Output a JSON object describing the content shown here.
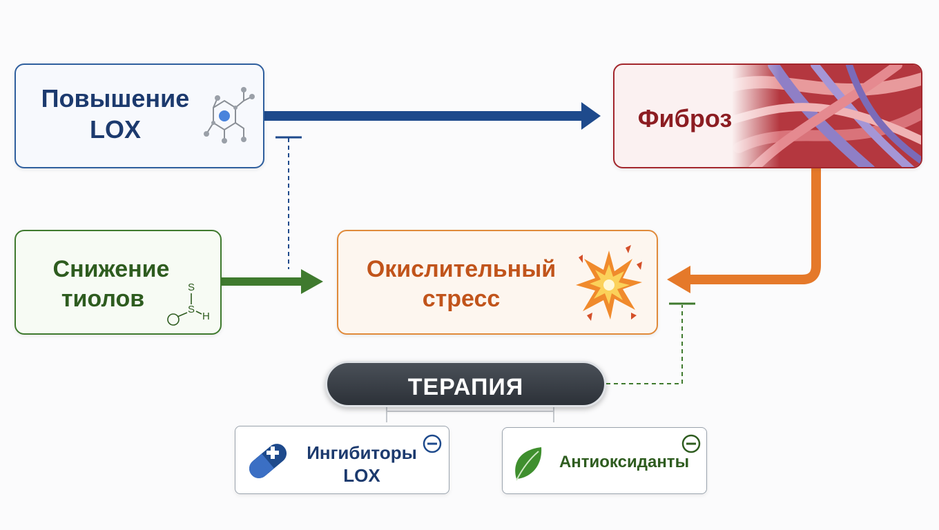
{
  "nodes": {
    "lox_increase": {
      "line1": "Повышение",
      "line2": "LOX"
    },
    "fibrosis": {
      "label": "Фиброз"
    },
    "thiol_decrease": {
      "line1": "Снижение",
      "line2": "тиолов"
    },
    "oxidative_stress": {
      "line1": "Окислительный",
      "line2": "стресс"
    },
    "therapy": {
      "label": "ТЕРАПИЯ"
    },
    "lox_inhibitors": {
      "line1": "Ингибиторы",
      "line2": "LOX"
    },
    "antioxidants": {
      "label": "Антиоксиданты"
    }
  },
  "thiol_formula": {
    "s_top": "S",
    "s_mid": "S",
    "h": "H"
  },
  "colors": {
    "blue": "#1e4a8c",
    "red": "#a3262c",
    "green": "#3f7a2e",
    "orange": "#e5792a",
    "dark": "#2c3138"
  },
  "icons": [
    "molecule-icon",
    "fibrosis-tissue-image",
    "thiol-structure-icon",
    "explosion-icon",
    "pill-icon",
    "leaf-icon",
    "minus-circle-icon"
  ]
}
